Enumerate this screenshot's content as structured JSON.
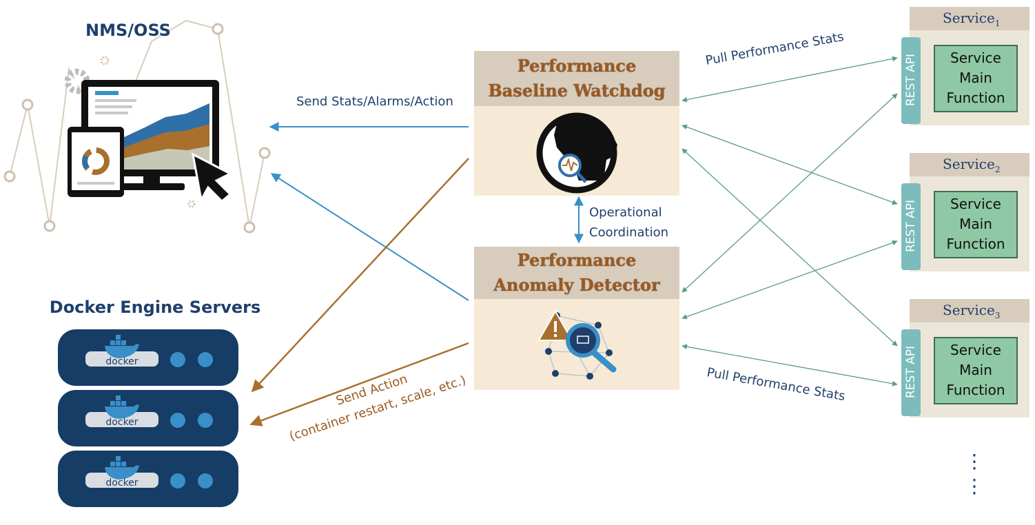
{
  "nms": {
    "title": "NMS/OSS"
  },
  "docker": {
    "title": "Docker Engine Servers",
    "logo_text": "docker",
    "server_count": 3
  },
  "watchdog": {
    "title_line1": "Performance",
    "title_line2": "Baseline Watchdog"
  },
  "detector": {
    "title_line1": "Performance",
    "title_line2": "Anomaly Detector"
  },
  "services": [
    {
      "name": "Service",
      "index": "1",
      "api_label": "REST API",
      "func_lines": [
        "Service",
        "Main",
        "Function"
      ]
    },
    {
      "name": "Service",
      "index": "2",
      "api_label": "REST API",
      "func_lines": [
        "Service",
        "Main",
        "Function"
      ]
    },
    {
      "name": "Service",
      "index": "3",
      "api_label": "REST API",
      "func_lines": [
        "Service",
        "Main",
        "Function"
      ]
    }
  ],
  "labels": {
    "send_stats": "Send Stats/Alarms/Action",
    "pull_top": "Pull Performance Stats",
    "pull_bottom": "Pull Performance Stats",
    "coord_line1": "Operational",
    "coord_line2": "Coordination",
    "send_action_line1": "Send Action",
    "send_action_line2": "(container restart, scale, etc.)"
  },
  "continuation": "⋮",
  "colors": {
    "navy": "#1f3f6b",
    "blue_arrow": "#3a8fc8",
    "brown_arrow": "#a8702c",
    "teal_arrow": "#5a9a8a",
    "component_header": "#d8ccbc",
    "component_body": "#f6ead6",
    "service_bg": "#ece6d8",
    "function_box": "#8ec8a4",
    "rest_tab": "#7cbcbc"
  }
}
